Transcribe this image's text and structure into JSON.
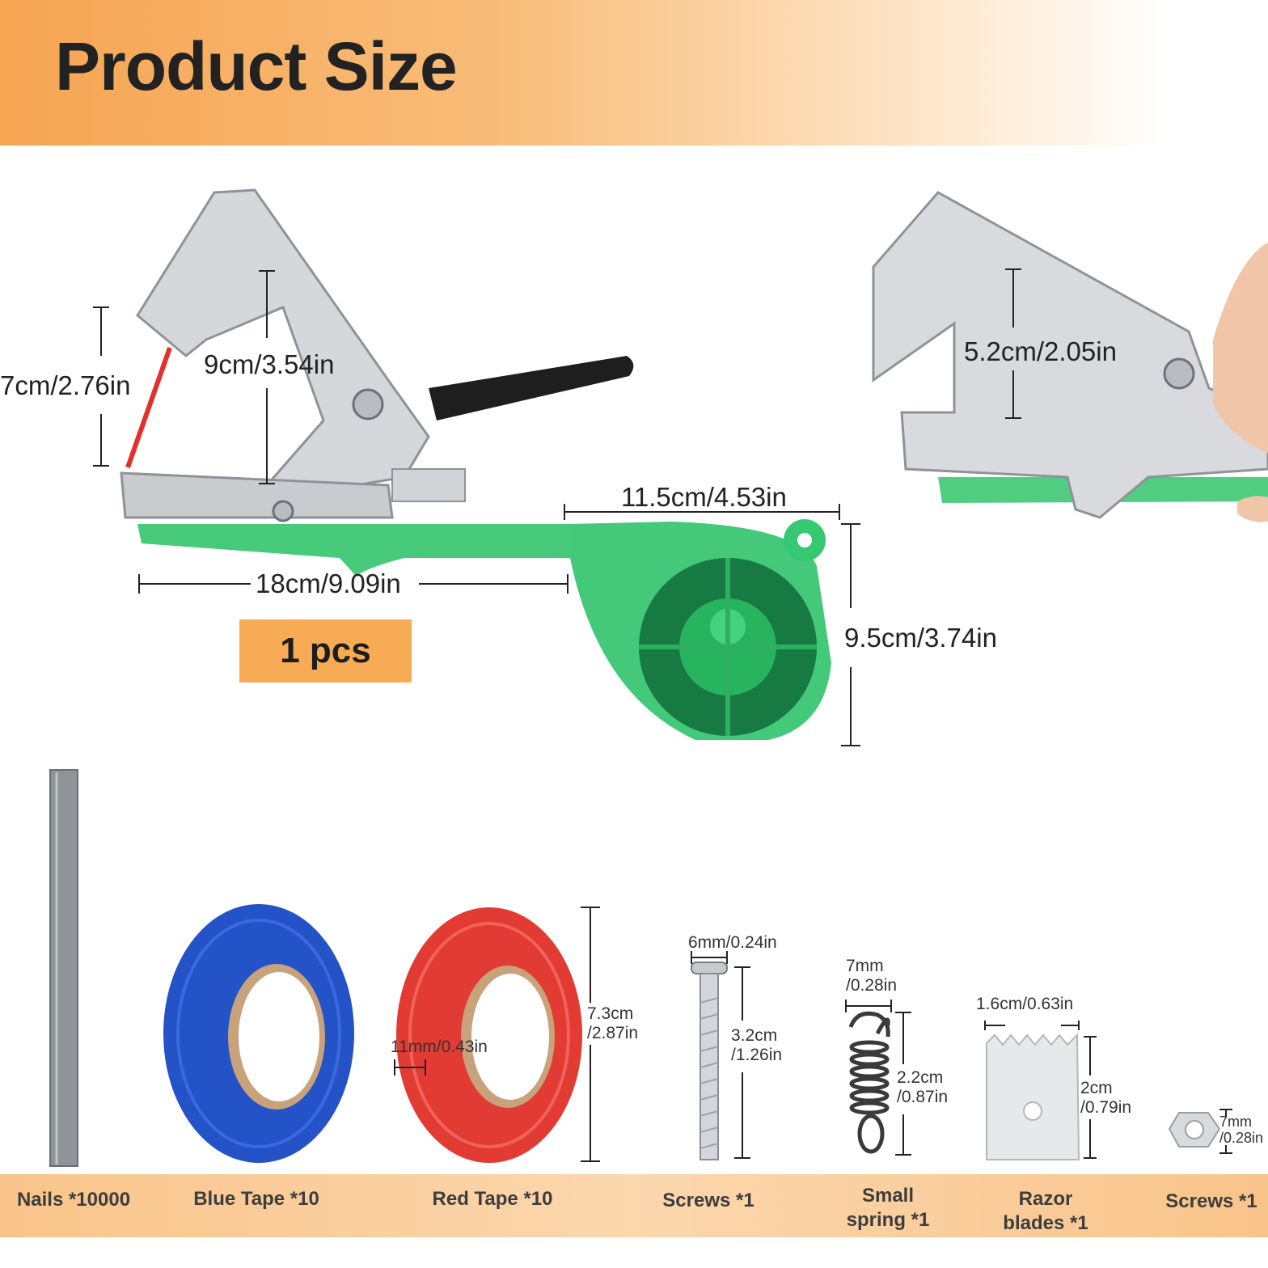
{
  "header": {
    "title": "Product Size"
  },
  "tool": {
    "height_label": "7cm/2.76in",
    "inner_height_label": "9cm/3.54in",
    "length_label": "18cm/9.09in",
    "dispenser_width_label": "11.5cm/4.53in",
    "dispenser_height_label": "9.5cm/3.74in",
    "quantity_badge": "1 pcs"
  },
  "closeup": {
    "height_label": "5.2cm/2.05in"
  },
  "accessories": {
    "red_tape_width": "11mm/0.43in",
    "red_tape_diameter_1": "7.3cm",
    "red_tape_diameter_2": "/2.87in",
    "screw_head": "6mm/0.24in",
    "screw_length_1": "3.2cm",
    "screw_length_2": "/1.26in",
    "spring_width_1": "7mm",
    "spring_width_2": "/0.28in",
    "spring_length_1": "2.2cm",
    "spring_length_2": "/0.87in",
    "blade_width": "1.6cm/0.63in",
    "blade_height_1": "2cm",
    "blade_height_2": "/0.79in",
    "nut_size_1": "7mm",
    "nut_size_2": "/0.28in"
  },
  "footer": {
    "items": [
      "Nails *10000",
      "Blue Tape *10",
      "Red Tape *10",
      "Screws *1",
      "Small spring *1",
      "Razor blades *1",
      "Screws *1"
    ]
  },
  "colors": {
    "accent_orange": "#f7ab55",
    "tool_green": "#2fc36a",
    "tape_blue": "#2453c8",
    "tape_red": "#e23b33"
  }
}
